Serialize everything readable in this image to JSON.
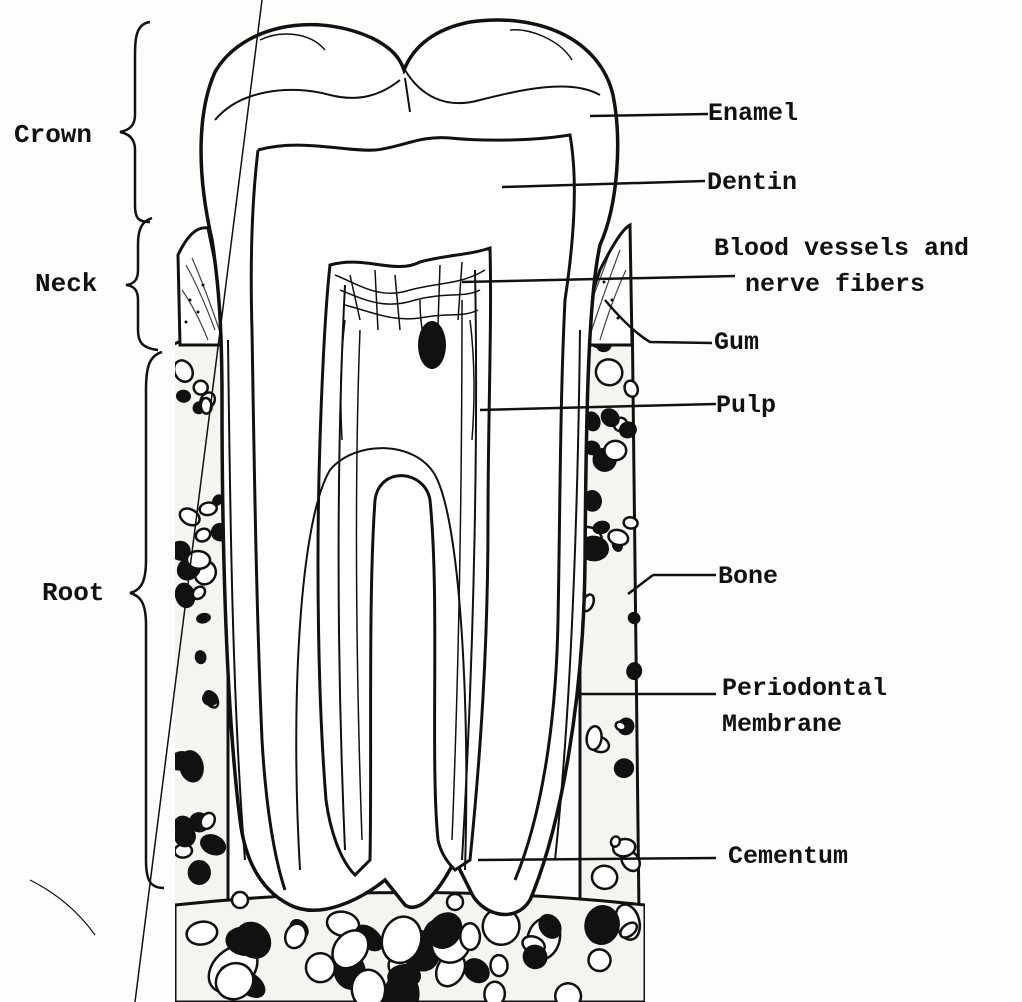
{
  "regions": {
    "crown": "Crown",
    "neck": "Neck",
    "root": "Root"
  },
  "labels": {
    "enamel": "Enamel",
    "dentin": "Dentin",
    "blood_vessels_line1": "Blood vessels and",
    "blood_vessels_line2": "nerve fibers",
    "gum": "Gum",
    "pulp": "Pulp",
    "bone": "Bone",
    "periodontal_line1": "Periodontal",
    "periodontal_line2": "Membrane",
    "cementum": "Cementum"
  },
  "colors": {
    "ink": "#111111",
    "paper": "#fdfdfb",
    "tooth": "#ffffff"
  }
}
